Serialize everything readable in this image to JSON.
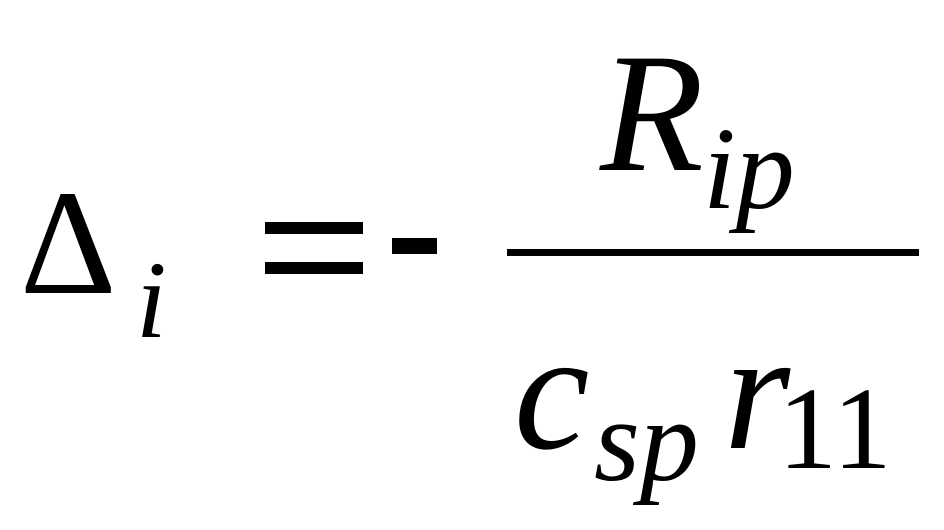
{
  "equation": {
    "lhs": {
      "symbol": "Δ",
      "subscript": "i"
    },
    "equals": "=",
    "sign": "-",
    "numerator": {
      "symbol": "R",
      "subscript": "ip"
    },
    "denominator": {
      "first": {
        "symbol": "c",
        "subscript": "sp"
      },
      "second": {
        "symbol": "r",
        "subscript": "11"
      }
    }
  }
}
